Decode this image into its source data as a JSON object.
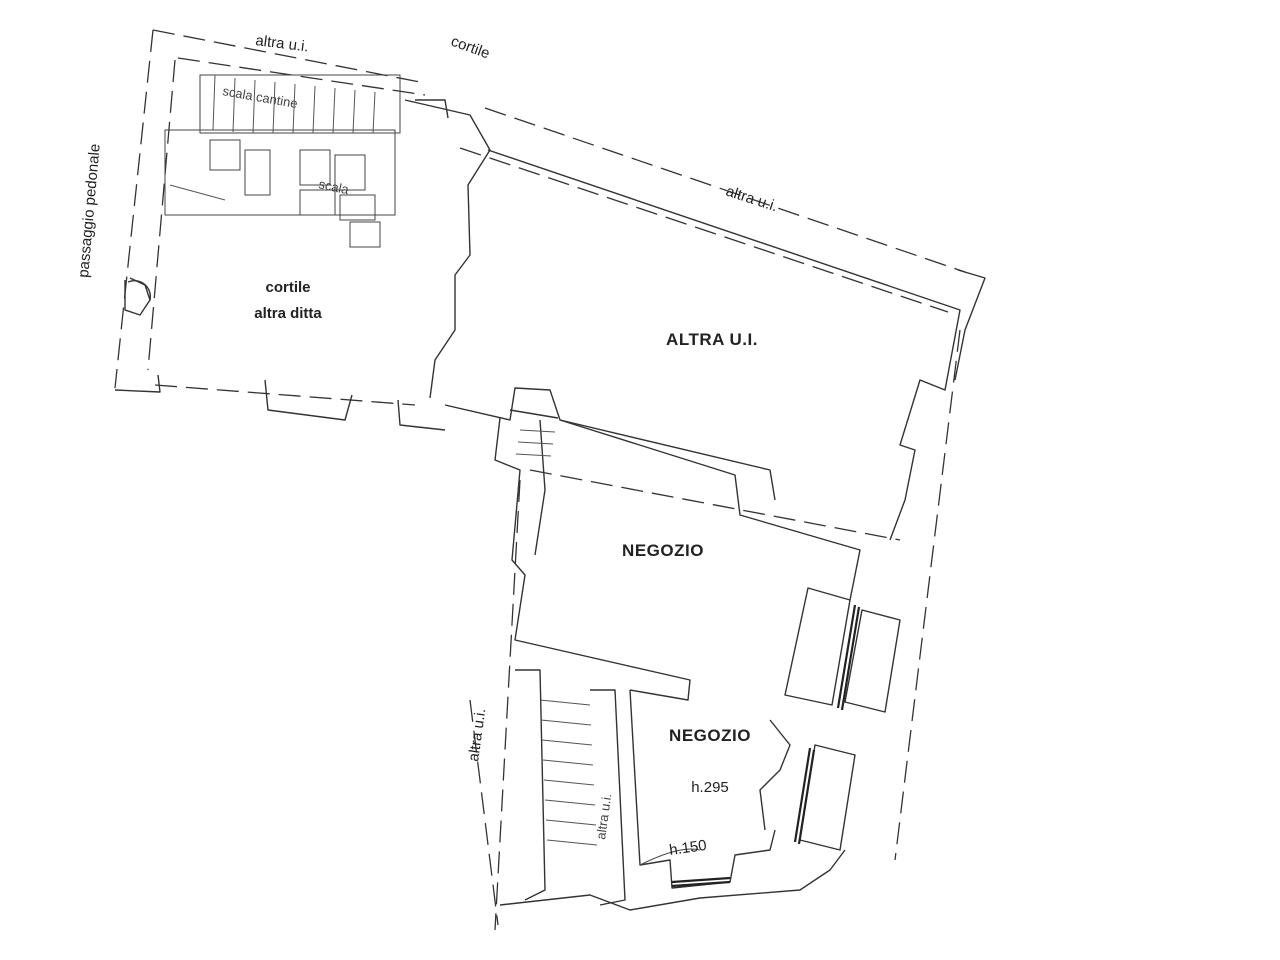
{
  "labels": {
    "altra_ui_top": "altra u.i.",
    "cortile_top": "cortile",
    "scala_cantine": "scala cantine",
    "scala": "scala",
    "passaggio_pedonale": "passaggio pedonale",
    "cortile_altra_ditta_line1": "cortile",
    "cortile_altra_ditta_line2": "altra ditta",
    "altra_ui_right": "altra u.i.",
    "altra_ui_room": "ALTRA U.I.",
    "negozio_main": "NEGOZIO",
    "negozio_small": "NEGOZIO",
    "height_295": "h.295",
    "height_150": "h.150",
    "altra_ui_left": "altra u.i.",
    "altra_ui_stair": "altra u.i."
  }
}
